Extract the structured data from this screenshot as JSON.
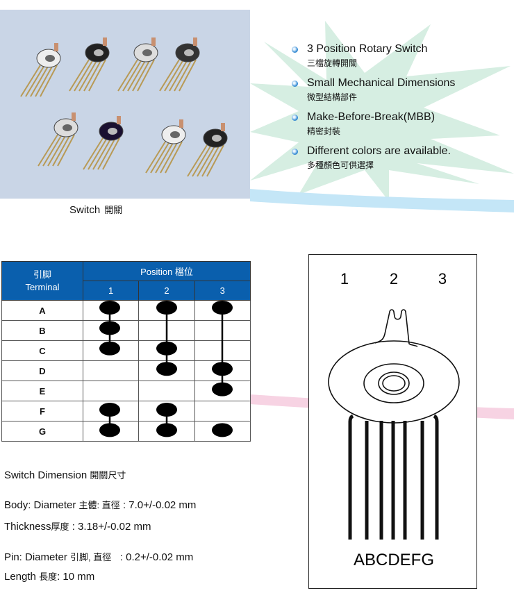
{
  "photo": {
    "caption_en": "Switch",
    "caption_zh": "開關"
  },
  "features": [
    {
      "en": "3 Position Rotary Switch",
      "zh": "三檔旋轉開關"
    },
    {
      "en": "Small Mechanical Dimensions",
      "zh": "微型結構部件"
    },
    {
      "en": "Make-Before-Break(MBB)",
      "zh": "精密封裝"
    },
    {
      "en": "Different colors are available.",
      "zh": "多種顏色可供選擇"
    }
  ],
  "table": {
    "terminal_header_zh": "引脚",
    "terminal_header_en": "Terminal",
    "position_header": "Position 檔位",
    "positions": [
      "1",
      "2",
      "3"
    ],
    "rows": [
      {
        "terminal": "A",
        "contacts": [
          true,
          true,
          true
        ]
      },
      {
        "terminal": "B",
        "contacts": [
          true,
          false,
          false
        ]
      },
      {
        "terminal": "C",
        "contacts": [
          true,
          true,
          false
        ]
      },
      {
        "terminal": "D",
        "contacts": [
          false,
          true,
          true
        ]
      },
      {
        "terminal": "E",
        "contacts": [
          false,
          false,
          true
        ]
      },
      {
        "terminal": "F",
        "contacts": [
          true,
          true,
          false
        ]
      },
      {
        "terminal": "G",
        "contacts": [
          true,
          true,
          true
        ]
      }
    ],
    "connections": [
      {
        "position": 1,
        "from": "A",
        "to": "C"
      },
      {
        "position": 1,
        "from": "F",
        "to": "G"
      },
      {
        "position": 2,
        "from": "A",
        "to": "D"
      },
      {
        "position": 2,
        "from": "F",
        "to": "G"
      },
      {
        "position": 3,
        "from": "A",
        "to": "E"
      }
    ],
    "accent_color": "#0a5fad"
  },
  "dimensions": {
    "title_en": "Switch Dimension",
    "title_zh": "開關尺寸",
    "body_en": "Body: Diameter",
    "body_zh": "主體:  直徑",
    "body_val": ": 7.0+/-0.02 mm",
    "thick_en": "Thickness",
    "thick_zh": "厚度",
    "thick_val": ": 3.18+/-0.02 mm",
    "pin_en": "Pin: Diameter",
    "pin_zh": "引脚,  直徑",
    "pin_val": "  : 0.2+/-0.02 mm",
    "len_en": "Length",
    "len_zh": "長度",
    "len_val": ": 10 mm"
  },
  "diagram": {
    "positions": [
      "1",
      "2",
      "3"
    ],
    "pins_label": "ABCDEFG"
  }
}
